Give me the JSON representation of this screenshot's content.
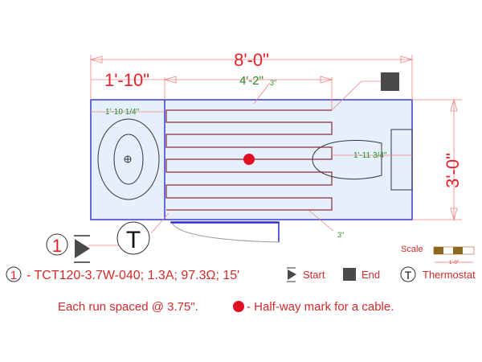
{
  "dimensions": {
    "overall_length": "8'-0\"",
    "overall_width": "3'-0\"",
    "left_offset": "1'-10\"",
    "heated_length": "4'-2\"",
    "edge_gap_top": "3\"",
    "edge_gap_bottom": "3\"",
    "left_clearance": "1'-10 1/4\"",
    "right_clearance": "1'-11 3/4\""
  },
  "markers": {
    "cable_number": "1",
    "thermostat_letter": "T"
  },
  "scale": {
    "label": "Scale",
    "length": "1'-0\""
  },
  "legend": {
    "cable_spec": "- TCT120-3.7W-040; 1.3A; 97.3Ω; 15'",
    "start": "Start",
    "end": "End",
    "thermostat": "Thermostat",
    "spacing_note": "Each run spaced @ 3.75\".",
    "halfway_note": "- Half-way mark for a cable."
  },
  "colors": {
    "room_fill": "#e6f0fb",
    "room_stroke": "#3a3ad0",
    "cable": "#8b2a3a",
    "dimension": "#e8202a",
    "halfway": "#e01020"
  }
}
